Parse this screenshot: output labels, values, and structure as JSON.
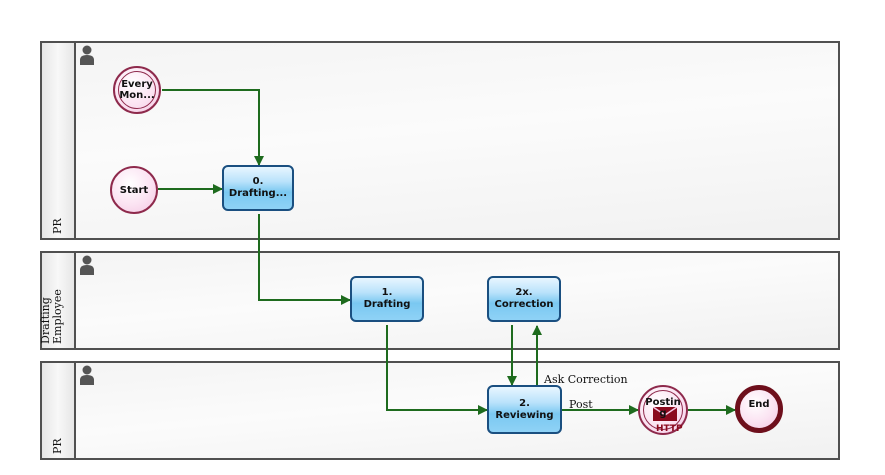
{
  "lanes": [
    {
      "label": "PR"
    },
    {
      "label": "Drafting\nEmployee"
    },
    {
      "label": "PR"
    }
  ],
  "nodes": {
    "timer_start": {
      "label": "Every\nMon..."
    },
    "start": {
      "label": "Start"
    },
    "task0": {
      "line1": "0.",
      "line2": "Drafting..."
    },
    "task1": {
      "line1": "1.",
      "line2": "Drafting"
    },
    "task2x": {
      "line1": "2x.",
      "line2": "Correction"
    },
    "task2": {
      "line1": "2.",
      "line2": "Reviewing"
    },
    "posting": {
      "label": "Postin\ng",
      "badge": "HTTP"
    },
    "end": {
      "label": "End"
    }
  },
  "flows": {
    "ask_correction": "Ask Correction",
    "post": "Post"
  },
  "colors": {
    "flow": "#1e6b1e",
    "task_border": "#1a4f80",
    "event_border": "#8e2a4c",
    "end_border": "#6e0f1c"
  },
  "icons": {
    "lane_actor": "person-icon",
    "timer": "clock-icon",
    "posting": "envelope-icon"
  }
}
